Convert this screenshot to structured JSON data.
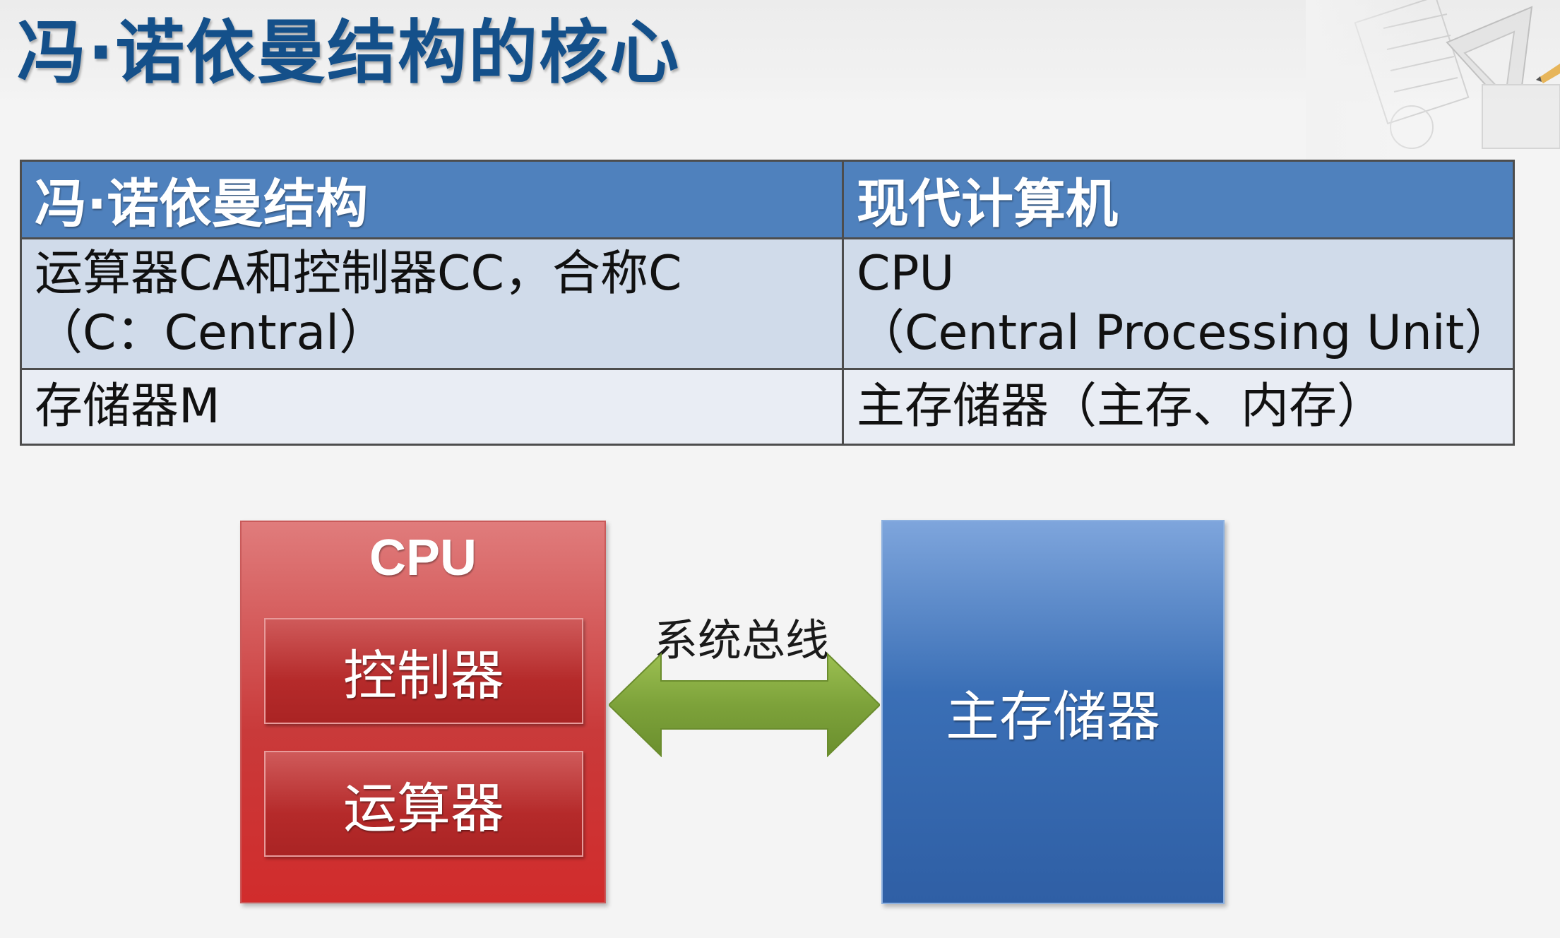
{
  "slide": {
    "title": "冯·诺依曼结构的核心"
  },
  "table": {
    "headers": [
      "冯·诺依曼结构",
      "现代计算机"
    ],
    "rows": [
      {
        "left_main": "运算器CA和控制器CC，合称C",
        "left_sub": "（C：Central）",
        "right_main": "CPU",
        "right_sub": "（Central Processing Unit）"
      },
      {
        "left_main": "存储器M",
        "right_main": "主存储器（主存、内存）"
      }
    ]
  },
  "diagram": {
    "cpu_label": "CPU",
    "controller_label": "控制器",
    "alu_label": "运算器",
    "bus_label": "系统总线",
    "memory_label": "主存储器",
    "colors": {
      "cpu": "#c93a3a",
      "memory": "#3a6fb6",
      "bus_arrow": "#7da23a",
      "header": "#4f81bd",
      "title": "#14508a"
    }
  }
}
